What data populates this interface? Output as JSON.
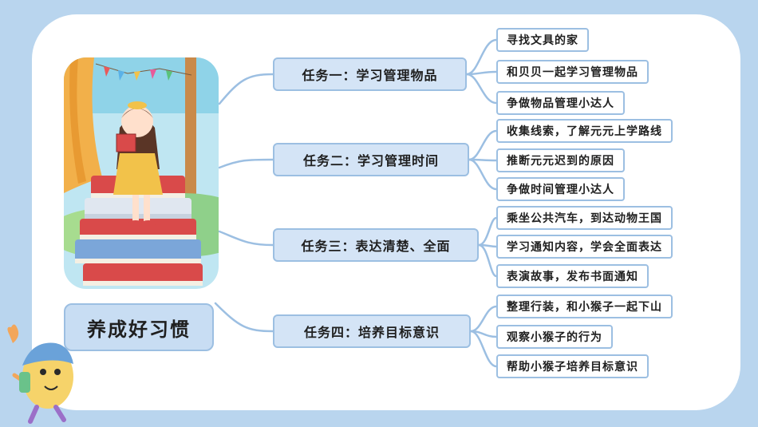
{
  "mindmap": {
    "root": "养成好习惯",
    "tasks": [
      {
        "label": "任务一：学习管理物品",
        "items": [
          "寻找文具的家",
          "和贝贝一起学习管理物品",
          "争做物品管理小达人"
        ]
      },
      {
        "label": "任务二：学习管理时间",
        "items": [
          "收集线索，了解元元上学路线",
          "推断元元迟到的原因",
          "争做时间管理小达人"
        ]
      },
      {
        "label": "任务三：表达清楚、全面",
        "items": [
          "乘坐公共汽车，到达动物王国",
          "学习通知内容，学会全面表达",
          "表演故事，发布书面通知"
        ]
      },
      {
        "label": "任务四：培养目标意识",
        "items": [
          "整理行装，和小猴子一起下山",
          "观察小猴子的行为",
          "帮助小猴子培养目标意识"
        ]
      }
    ]
  },
  "colors": {
    "background": "#b9d5ee",
    "task_fill": "#d4e4f6",
    "border": "#9cbfe2",
    "connector": "#9cbfe2"
  },
  "icons": {
    "illustration": "girl-reading-on-books-illustration",
    "mascot": "egg-character-mascot-icon"
  }
}
